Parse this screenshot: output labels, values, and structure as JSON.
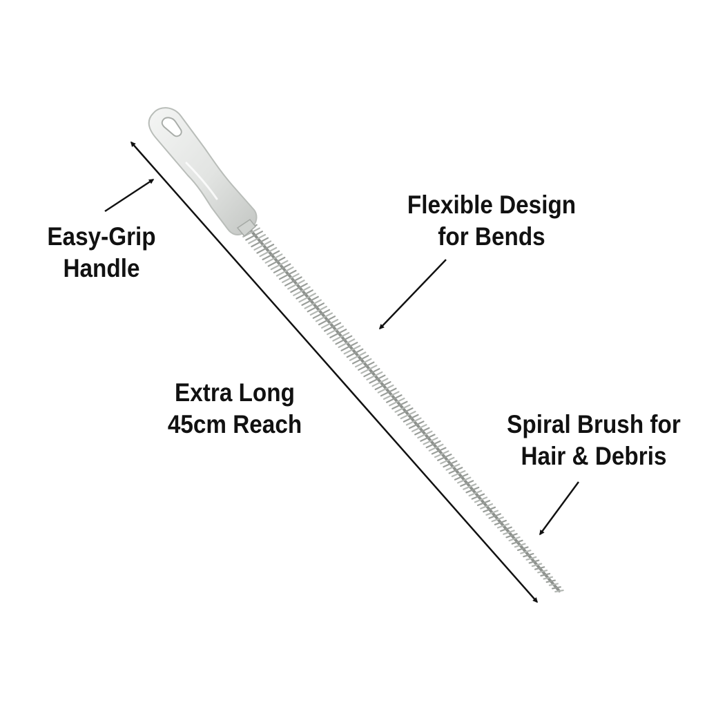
{
  "callouts": {
    "grip": {
      "line1": "Easy-Grip",
      "line2": "Handle"
    },
    "flex": {
      "line1": "Flexible Design",
      "line2": "for Bends"
    },
    "length": {
      "line1": "Extra Long",
      "line2": "45cm Reach"
    },
    "spiral": {
      "line1": "Spiral Brush for",
      "line2": "Hair & Debris"
    }
  },
  "colors": {
    "background": "#ffffff",
    "text": "#111111",
    "arrow": "#111111",
    "handle": "#e6e8e6",
    "handle_shadow": "#b9bdb9",
    "bristle": "#9a9e9a",
    "wire": "#8c908c"
  },
  "icons": {
    "product": "drain-cleaning-brush-icon"
  }
}
